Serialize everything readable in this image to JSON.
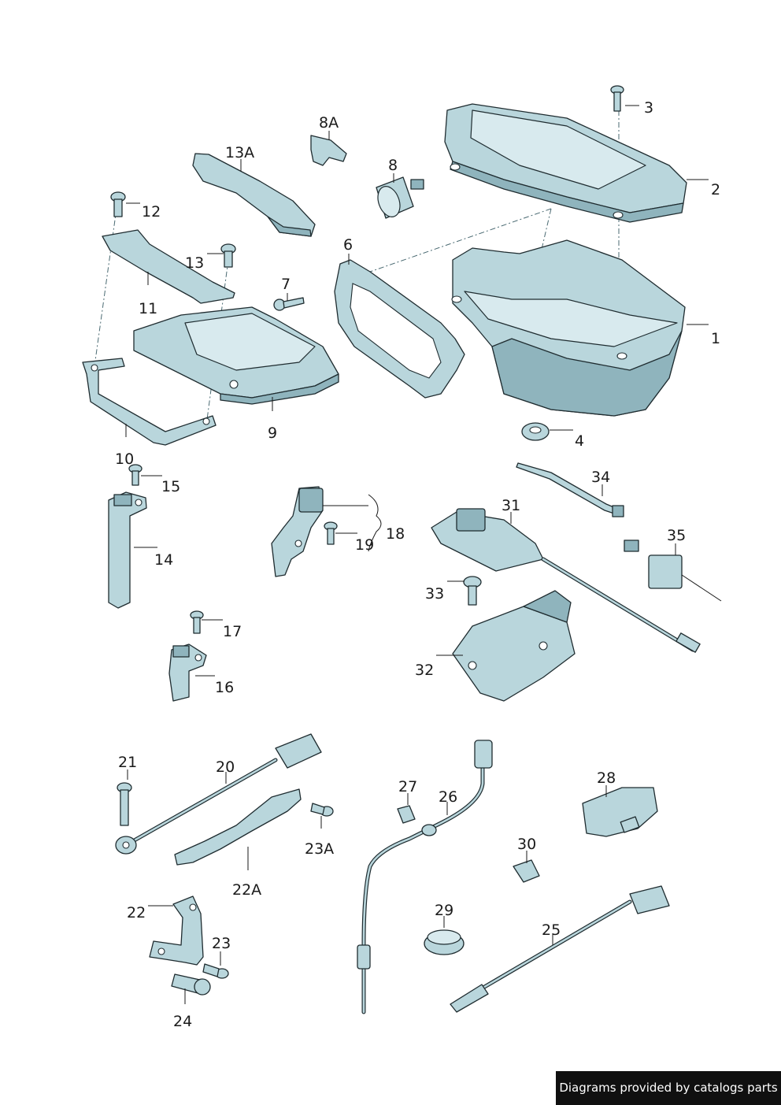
{
  "callouts": {
    "c1": "1",
    "c2": "2",
    "c3": "3",
    "c4": "4",
    "c6": "6",
    "c7": "7",
    "c8": "8",
    "c8A": "8A",
    "c9": "9",
    "c10": "10",
    "c11": "11",
    "c12": "12",
    "c13": "13",
    "c13A": "13A",
    "c14": "14",
    "c15": "15",
    "c16": "16",
    "c17": "17",
    "c18": "18",
    "c19": "19",
    "c20": "20",
    "c21": "21",
    "c22": "22",
    "c22A": "22A",
    "c23": "23",
    "c23A": "23A",
    "c24": "24",
    "c25": "25",
    "c26": "26",
    "c27": "27",
    "c28": "28",
    "c29": "29",
    "c30": "30",
    "c31": "31",
    "c32": "32",
    "c33": "33",
    "c34": "34",
    "c35": "35"
  },
  "watermark": "Diagrams provided by catalogs parts",
  "colors": {
    "part_fill": "#b9d6dc",
    "outline": "#1f2c30",
    "watermark_bg": "#101010"
  }
}
